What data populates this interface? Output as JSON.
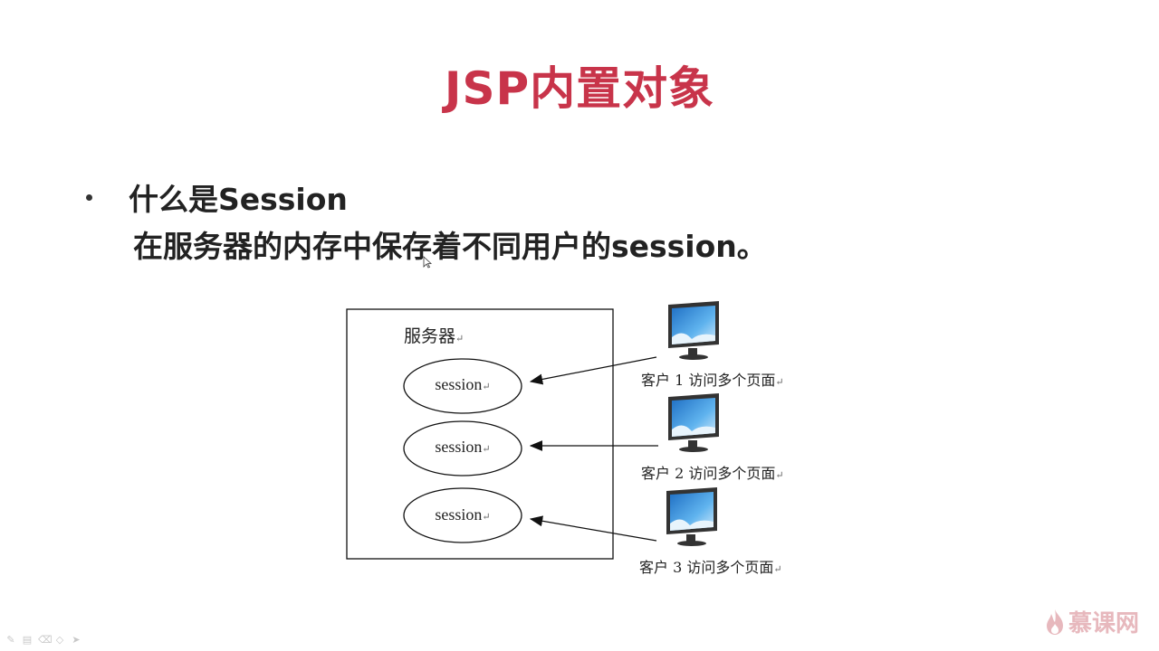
{
  "slide": {
    "title": "JSP内置对象",
    "bullet": "什么是Session",
    "subtext": "在服务器的内存中保存着不同用户的session。"
  },
  "diagram": {
    "server_label": "服务器",
    "sessions": [
      "session",
      "session",
      "session"
    ],
    "clients": [
      "客户 1 访问多个页面",
      "客户 2 访问多个页面",
      "客户 3 访问多个页面"
    ],
    "return_mark": "↵"
  },
  "logo": {
    "text": "慕课网",
    "color": "#e7b8bd"
  },
  "colors": {
    "title": "#c8344a",
    "screen": "#3a8fd8"
  }
}
